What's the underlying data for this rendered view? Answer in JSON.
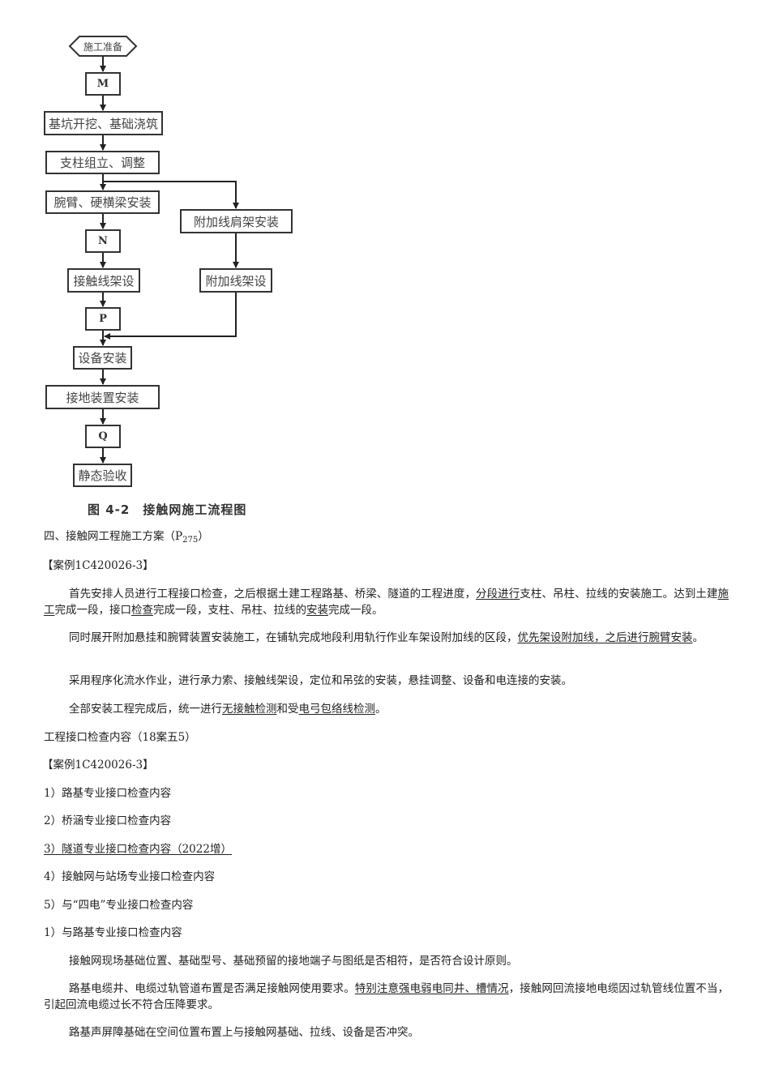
{
  "flowchart": {
    "start": "施工准备",
    "nodes": {
      "m": "M",
      "excavation": "基坑开挖、基础浇筑",
      "pillar": "支柱组立、调整",
      "cantilever": "腕臂、硬横梁安装",
      "extra_shoulder": "附加线肩架安装",
      "n": "N",
      "contact_wire": "接触线架设",
      "extra_wire": "附加线架设",
      "p": "P",
      "equipment": "设备安装",
      "grounding": "接地装置安装",
      "q": "Q",
      "acceptance": "静态验收"
    },
    "caption_num": "图 4-2",
    "caption_text": "接触网施工流程图"
  },
  "section": {
    "heading_prefix": "四、接触网工程施工方案（P",
    "heading_sub": "275",
    "heading_suffix": "）",
    "case_ref": "【案例1C420026-3】",
    "para1": {
      "a": "首先安排人员进行工程接口检查，之后根据土建工程路基、桥梁、隧道的工程进度，",
      "u1": "分段进行",
      "b": "支柱、吊柱、拉线的安装施工。达到土建",
      "u2": "施工",
      "c": "完成一段，接口",
      "u3": "检查",
      "d": "完成一段，支柱、吊柱、拉线的",
      "u4": "安装",
      "e": "完成一段。"
    },
    "para2": {
      "a": "同时展开附加悬挂和腕臂装置安装施工，在铺轨完成地段利用轨行作业车架设附加线的区段，",
      "u1": "优先架设附加线，之后进行腕臂安装",
      "b": "。"
    },
    "para3": "采用程序化流水作业，进行承力索、接触线架设，定位和吊弦的安装，悬挂调整、设备和电连接的安装。",
    "para4": {
      "a": "全部安装工程完成后，统一进行",
      "u1": "无接触检测",
      "b": "和受",
      "u2": "电弓包络线检测",
      "c": "。"
    }
  },
  "interface": {
    "heading": "工程接口检查内容（18案五5）",
    "case_ref": "【案例1C420026-3】",
    "items": [
      "1）路基专业接口检查内容",
      "2）桥涵专业接口检查内容",
      "3）隧道专业接口检查内容（2022增）",
      "4）接触网与站场专业接口检查内容",
      "5）与“四电”专业接口检查内容"
    ],
    "subheading": "1）与路基专业接口检查内容",
    "para1": "接触网现场基础位置、基础型号、基础预留的接地端子与图纸是否相符，是否符合设计原则。",
    "para2": {
      "a": "路基电缆井、电缆过轨管道布置是否满足接触网使用要求。",
      "u1": "特别注意强电弱电同井、槽情况",
      "b": "，接触网回流接地电缆因过轨管线位置不当，引起回流电缆过长不符合压降要求。"
    },
    "para3": "路基声屏障基础在空间位置布置上与接触网基础、拉线、设备是否冲突。"
  }
}
